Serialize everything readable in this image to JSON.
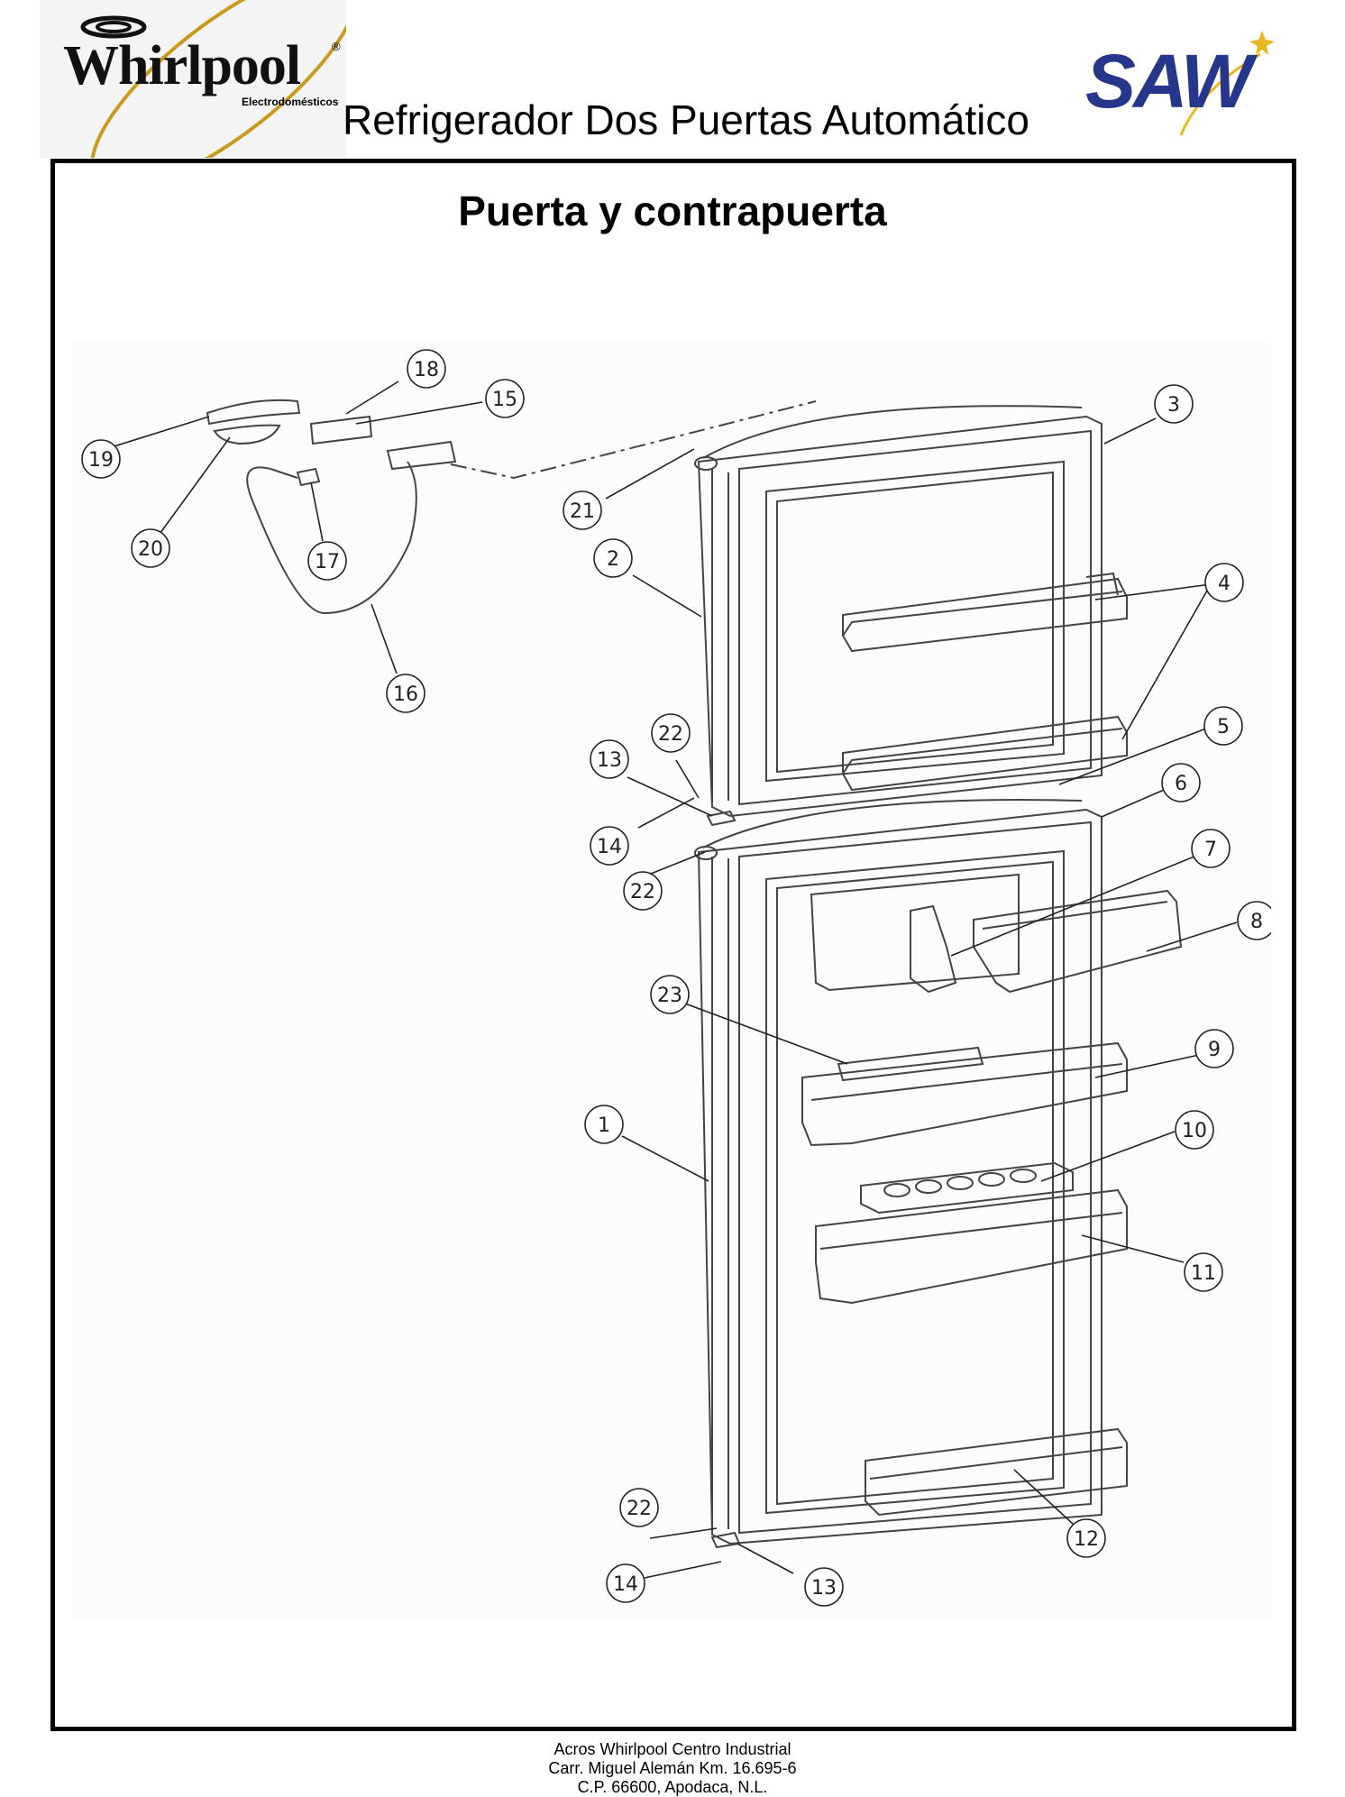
{
  "header": {
    "brand_logo": {
      "name": "Whirlpool",
      "sub": "Electrodomésticos",
      "mark": "®",
      "color": "#c99a1e"
    },
    "title": "Refrigerador Dos Puertas Automático",
    "partner_logo": {
      "name": "SAW",
      "color": "#26368a",
      "star_color": "#e8b820"
    }
  },
  "section_title": "Puerta y contrapuerta",
  "diagram": {
    "callouts": [
      {
        "id": "callout-1",
        "label": "1"
      },
      {
        "id": "callout-2",
        "label": "2"
      },
      {
        "id": "callout-3",
        "label": "3"
      },
      {
        "id": "callout-4",
        "label": "4"
      },
      {
        "id": "callout-5",
        "label": "5"
      },
      {
        "id": "callout-6",
        "label": "6"
      },
      {
        "id": "callout-7",
        "label": "7"
      },
      {
        "id": "callout-8",
        "label": "8"
      },
      {
        "id": "callout-9",
        "label": "9"
      },
      {
        "id": "callout-10",
        "label": "10"
      },
      {
        "id": "callout-11",
        "label": "11"
      },
      {
        "id": "callout-12",
        "label": "12"
      },
      {
        "id": "callout-13a",
        "label": "13"
      },
      {
        "id": "callout-13b",
        "label": "13"
      },
      {
        "id": "callout-14a",
        "label": "14"
      },
      {
        "id": "callout-14b",
        "label": "14"
      },
      {
        "id": "callout-15",
        "label": "15"
      },
      {
        "id": "callout-16",
        "label": "16"
      },
      {
        "id": "callout-17",
        "label": "17"
      },
      {
        "id": "callout-18",
        "label": "18"
      },
      {
        "id": "callout-19",
        "label": "19"
      },
      {
        "id": "callout-20",
        "label": "20"
      },
      {
        "id": "callout-21",
        "label": "21"
      },
      {
        "id": "callout-22a",
        "label": "22"
      },
      {
        "id": "callout-22b",
        "label": "22"
      },
      {
        "id": "callout-22c",
        "label": "22"
      },
      {
        "id": "callout-23",
        "label": "23"
      }
    ]
  },
  "footer": {
    "line1": "Acros Whirlpool Centro Industrial",
    "line2": "Carr. Miguel Alemán Km. 16.695-6",
    "line3": "C.P. 66600, Apodaca, N.L."
  }
}
